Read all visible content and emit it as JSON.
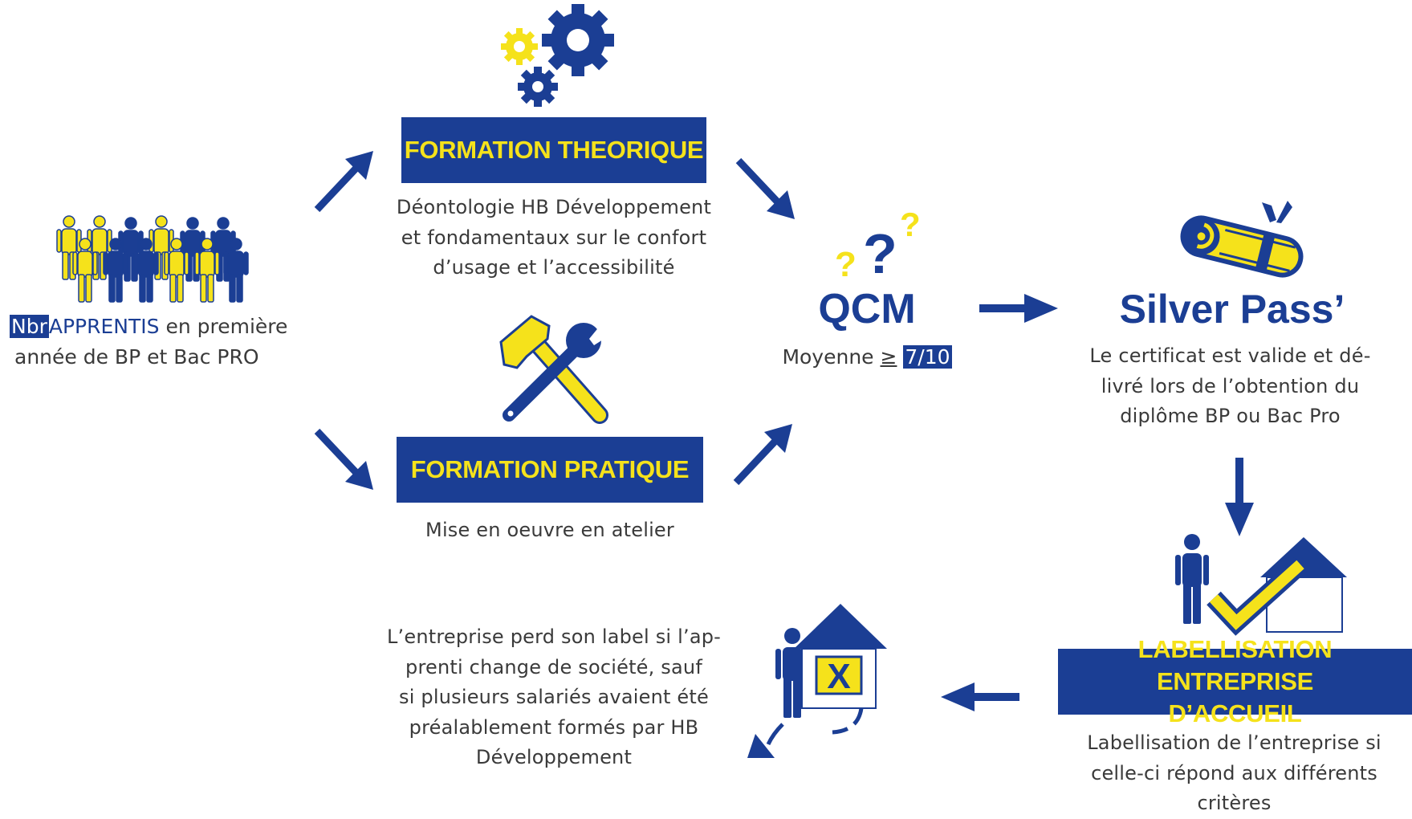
{
  "colors": {
    "blue": "#1b3e94",
    "yellow": "#f5e21b",
    "text": "#3a3a3a"
  },
  "apprentices": {
    "highlight": "Nbr",
    "word": "APPRENTIS",
    "rest": " en première",
    "line2": "année de BP et Bac PRO",
    "icon": "people-group-icon"
  },
  "theory": {
    "banner": "FORMATION THEORIQUE",
    "desc": [
      "Déontologie HB Développement",
      "et fondamentaux sur le confort",
      "d’usage et l’accessibilité"
    ],
    "icon": "gears-icon"
  },
  "practice": {
    "banner": "FORMATION PRATIQUE",
    "desc": "Mise en oeuvre en atelier",
    "icon": "hammer-wrench-icon"
  },
  "qcm": {
    "title": "QCM",
    "prefix": "Moyenne ",
    "symbol": "≥",
    "score": "7/10",
    "icon": "question-marks-icon"
  },
  "silver": {
    "title": "Silver Pass’",
    "desc": [
      "Le certificat est valide et dé-",
      "livré lors de l’obtention du",
      "diplôme BP ou Bac Pro"
    ],
    "icon": "diploma-scroll-icon"
  },
  "label": {
    "banner_line1": "LABELLISATION ENTREPRISE",
    "banner_line2": "D’ACCUEIL",
    "desc": [
      "Labellisation de l’entreprise si",
      "celle-ci répond aux différents",
      "critères"
    ],
    "icon": "house-approved-icon"
  },
  "lose": {
    "desc": [
      "L’entreprise perd son label si l’ap-",
      "prenti change de société, sauf",
      "si plusieurs salariés avaient été",
      "préalablement formés par HB",
      "Développement"
    ],
    "icon": "house-rejected-icon"
  }
}
